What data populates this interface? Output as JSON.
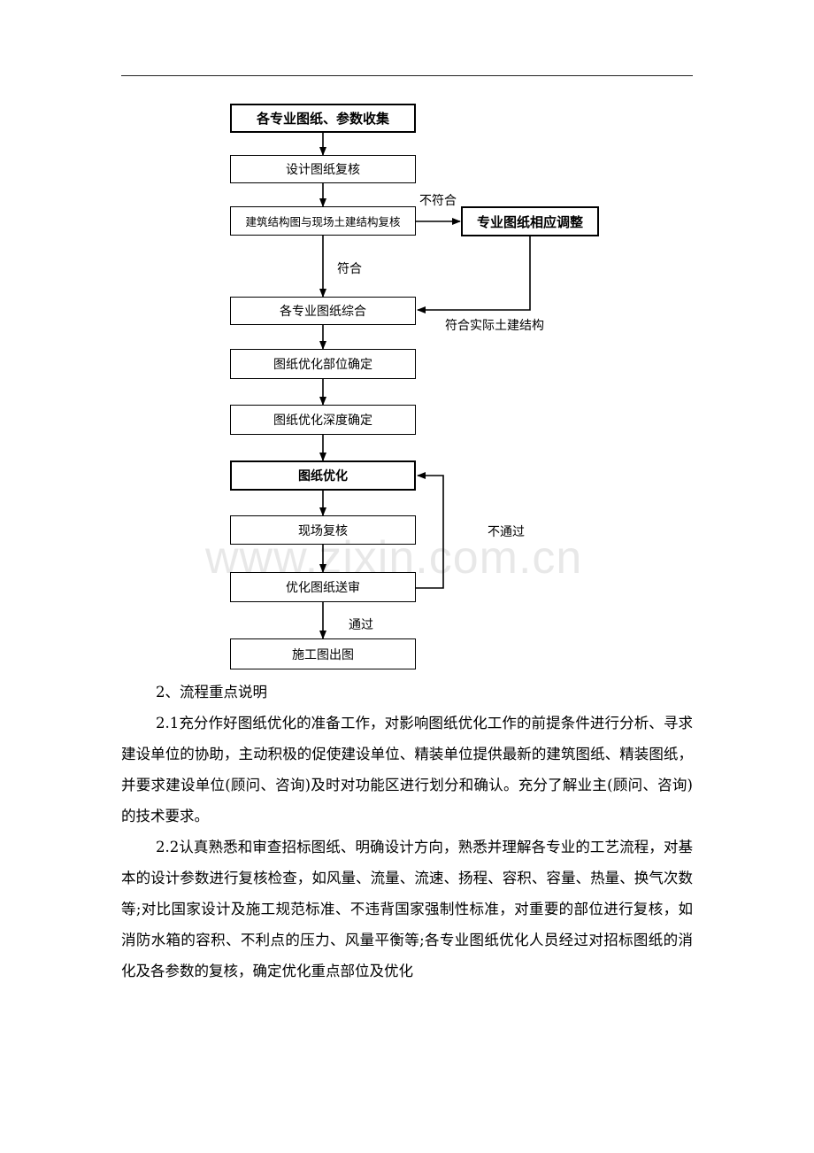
{
  "flowchart": {
    "collect": "各专业图纸、参数收集",
    "review": "设计图纸复核",
    "compare": "建筑结构图与现场土建结构复核",
    "adjust": "专业图纸相应调整",
    "combine": "各专业图纸综合",
    "locate": "图纸优化部位确定",
    "depth": "图纸优化深度确定",
    "optimize": "图纸优化",
    "site": "现场复核",
    "submit": "优化图纸送审",
    "output": "施工图出图",
    "label_mismatch": "不符合",
    "label_match": "符合",
    "label_actual": "符合实际土建结构",
    "label_fail": "不通过",
    "label_pass": "通过"
  },
  "watermark": "www.zixin.com.cn",
  "section_heading": "2、流程重点说明",
  "paragraphs": [
    "2.1充分作好图纸优化的准备工作，对影响图纸优化工作的前提条件进行分析、寻求建设单位的协助，主动积极的促使建设单位、精装单位提供最新的建筑图纸、精装图纸，并要求建设单位(顾问、咨询)及时对功能区进行划分和确认。充分了解业主(顾问、咨询)的技术要求。",
    "2.2认真熟悉和审查招标图纸、明确设计方向，熟悉并理解各专业的工艺流程，对基本的设计参数进行复核检查，如风量、流量、流速、扬程、容积、容量、热量、换气次数等;对比国家设计及施工规范标准、不违背国家强制性标准，对重要的部位进行复核，如消防水箱的容积、不利点的压力、风量平衡等;各专业图纸优化人员经过对招标图纸的消化及各参数的复核，确定优化重点部位及优化"
  ]
}
